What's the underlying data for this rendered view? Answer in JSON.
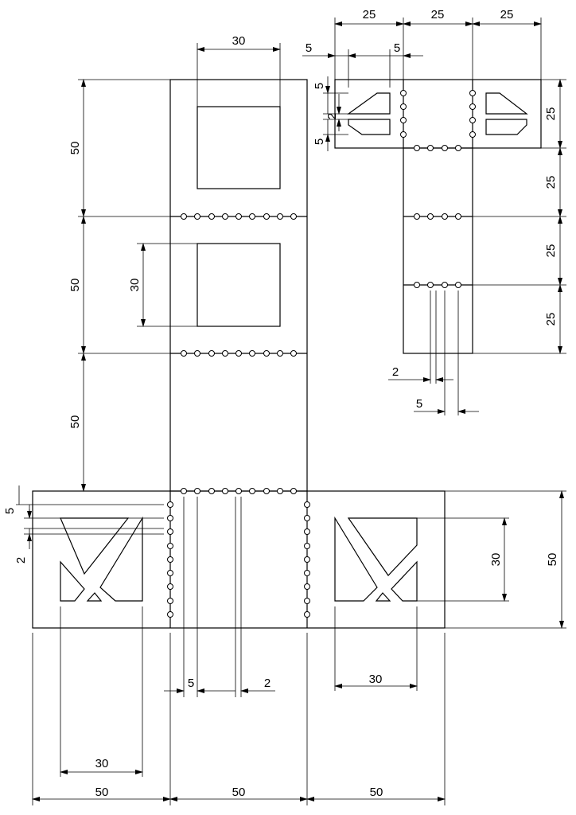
{
  "dimensions": {
    "tab_top_col1": "25",
    "tab_top_col2": "25",
    "tab_top_col3": "25",
    "tab_hole_offset_a": "5",
    "tab_hole_offset_b": "5",
    "tab_window_top_margin": "5",
    "tab_window_gap": "2",
    "tab_window_bottom_margin": "5",
    "tab_right_1": "25",
    "tab_right_2": "25",
    "tab_right_3": "25",
    "tab_right_4": "25",
    "tab_bottom_gap": "2",
    "tab_bottom_offset": "5",
    "column_window_width": "30",
    "column_left_1": "50",
    "column_left_2": "50",
    "column_left_3": "50",
    "column_window_height": "30",
    "base_left_margin": "5",
    "base_left_gap": "2",
    "base_right_height": "30",
    "base_right_total": "50",
    "base_mid_offset": "5",
    "base_mid_gap": "2",
    "base_right_window_width": "30",
    "base_left_window_width": "30",
    "bottom_1": "50",
    "bottom_2": "50",
    "bottom_3": "50"
  }
}
